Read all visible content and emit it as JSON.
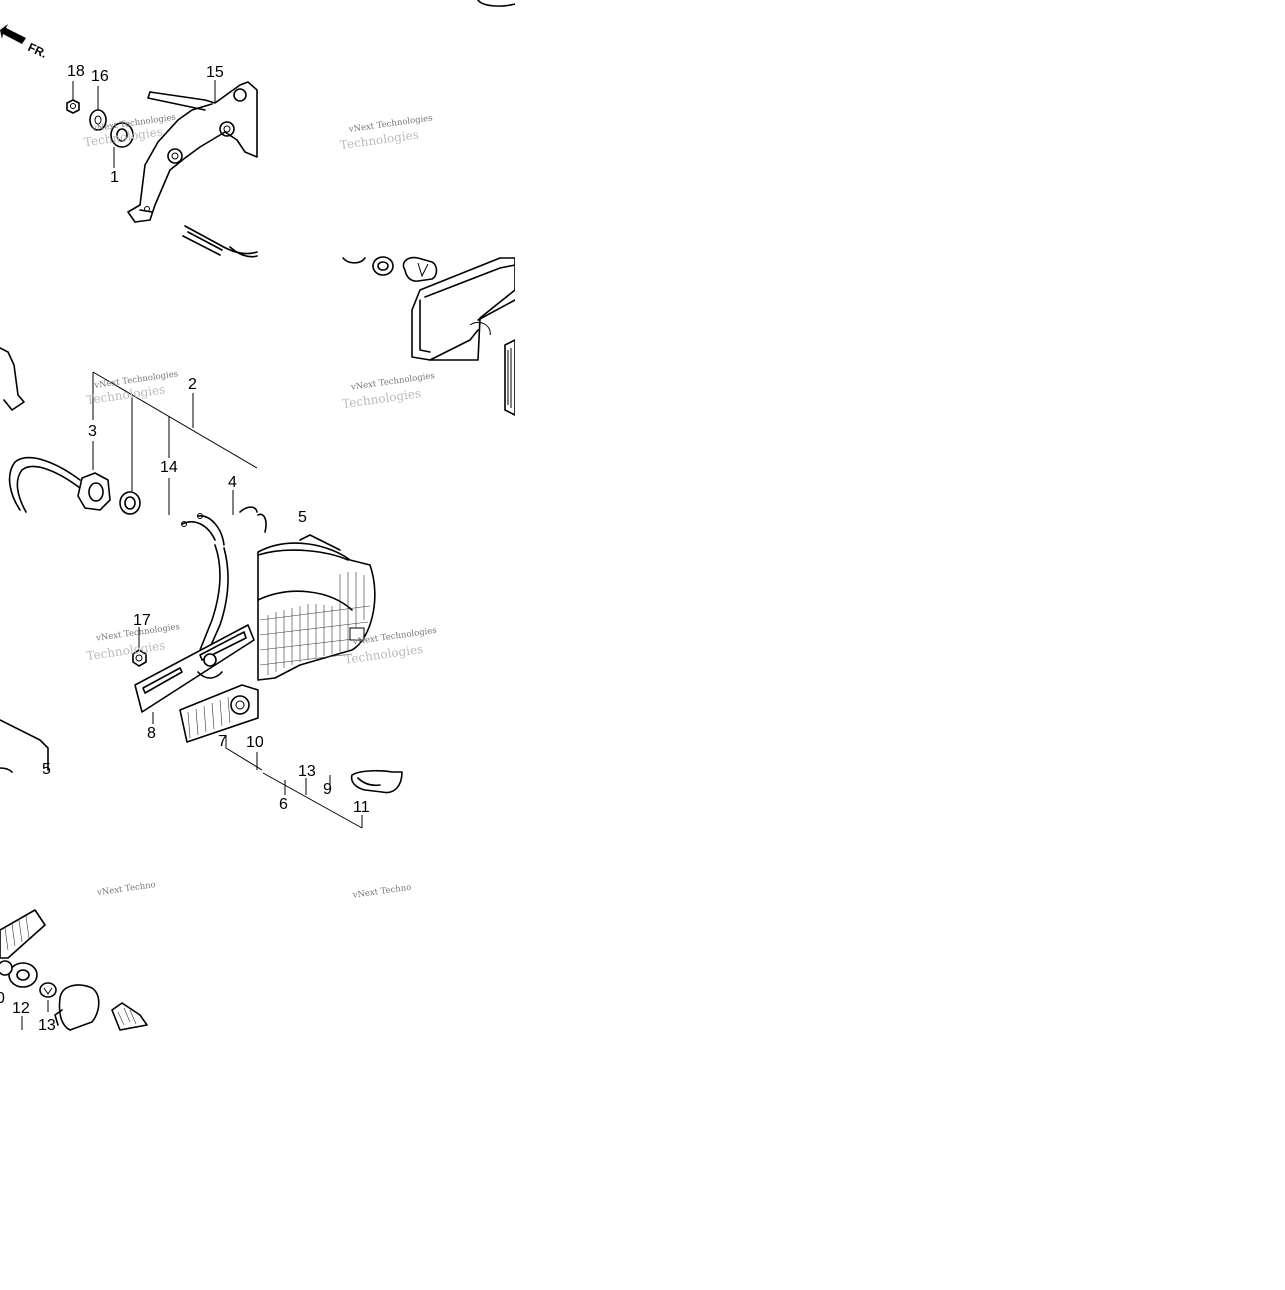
{
  "diagram": {
    "direction_label": "FR.",
    "callouts": {
      "c1": "1",
      "c2": "2",
      "c3": "3",
      "c4": "4",
      "c5": "5",
      "c5b": "5",
      "c6": "6",
      "c7": "7",
      "c8": "8",
      "c9": "9",
      "c10": "10",
      "c10b": "0",
      "c11": "11",
      "c12": "12",
      "c13": "13",
      "c13b": "13",
      "c14": "14",
      "c15": "15",
      "c16": "16",
      "c17": "17",
      "c18": "18"
    },
    "watermark": {
      "line1": "vNext Technologies",
      "line1_cut": "vNext Techno",
      "line2": "Technologies"
    }
  }
}
